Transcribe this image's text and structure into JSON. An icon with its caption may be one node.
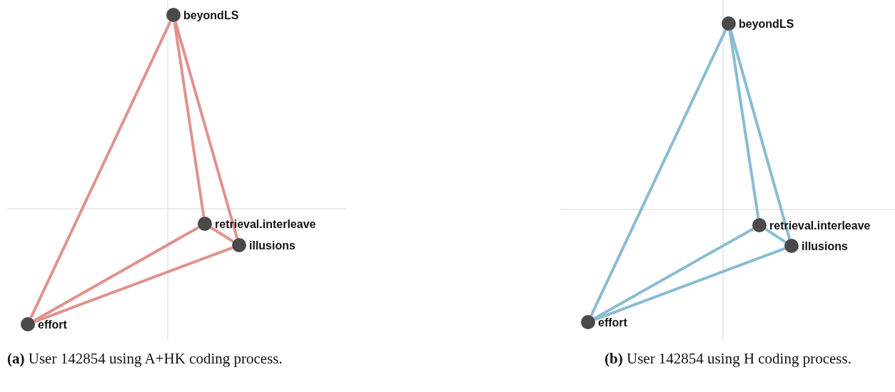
{
  "diagram": {
    "nodes": [
      {
        "text": [],
        "shape": "circle",
        "beside": [
          "beyondLS"
        ]
      },
      {
        "text": [],
        "shape": "circle",
        "beside": [
          "retrieval.interleave"
        ]
      },
      {
        "text": [],
        "shape": "circle",
        "beside": [
          "illusions"
        ]
      },
      {
        "text": [],
        "shape": "circle",
        "beside": [
          "effort"
        ]
      },
      {
        "text": [],
        "shape": "circle",
        "beside": [
          "beyondLS"
        ]
      },
      {
        "text": [],
        "shape": "circle",
        "beside": [
          "retrieval.interleave"
        ]
      },
      {
        "text": [],
        "shape": "circle",
        "beside": [
          "illusions"
        ]
      },
      {
        "text": [],
        "shape": "circle",
        "beside": [
          "effort"
        ]
      }
    ],
    "edges": [
      {
        "from": 0,
        "to": 3,
        "arrow": "none",
        "color": "#e0938e"
      },
      {
        "from": 0,
        "to": 1,
        "arrow": "none",
        "color": "#e0938e"
      },
      {
        "from": 0,
        "to": 2,
        "arrow": "none",
        "color": "#e0938e"
      },
      {
        "from": 1,
        "to": 2,
        "arrow": "none",
        "color": "#e0938e"
      },
      {
        "from": 1,
        "to": 3,
        "arrow": "none",
        "color": "#e0938e"
      },
      {
        "from": 2,
        "to": 3,
        "arrow": "none",
        "color": "#e0938e"
      },
      {
        "from": 4,
        "to": 7,
        "arrow": "none",
        "color": "#89bcd4"
      },
      {
        "from": 4,
        "to": 5,
        "arrow": "none",
        "color": "#89bcd4"
      },
      {
        "from": 4,
        "to": 6,
        "arrow": "none",
        "color": "#89bcd4"
      },
      {
        "from": 5,
        "to": 6,
        "arrow": "none",
        "color": "#89bcd4"
      },
      {
        "from": 5,
        "to": 7,
        "arrow": "none",
        "color": "#89bcd4"
      },
      {
        "from": 6,
        "to": 7,
        "arrow": "none",
        "color": "#89bcd4"
      }
    ],
    "labels": [
      "**(a)** User 142854 using A+HK coding process.",
      "**(b)** User 142854 using H coding process."
    ]
  }
}
